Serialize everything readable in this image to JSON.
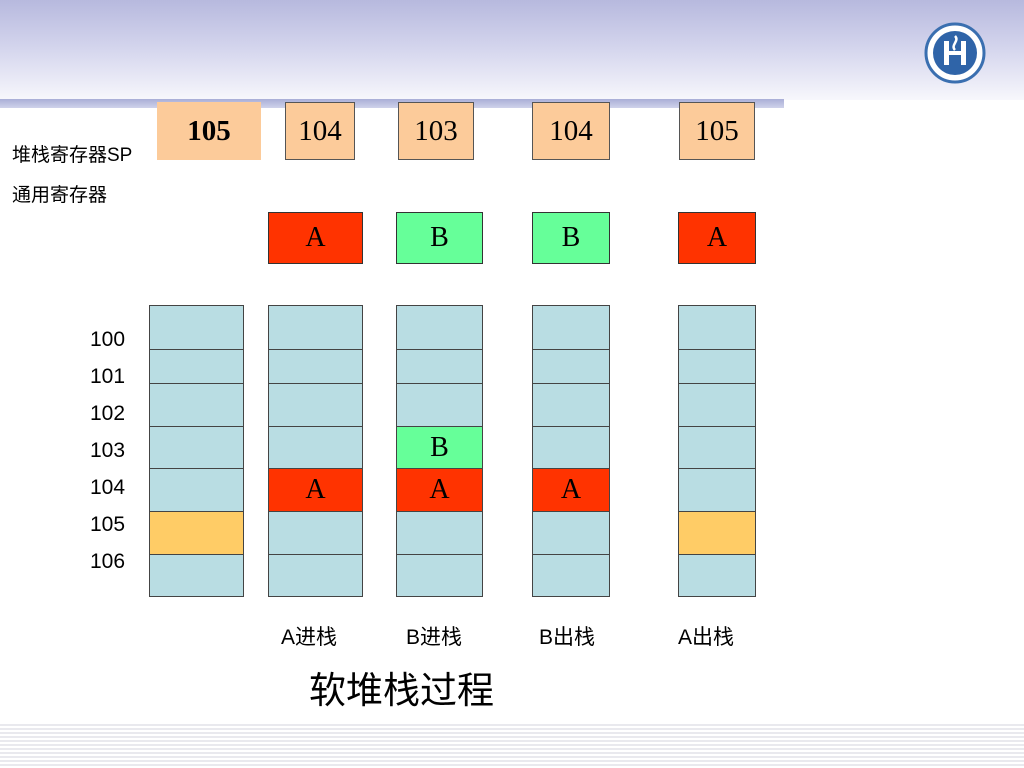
{
  "labels": {
    "stack_pointer": "堆栈寄存器SP",
    "general_register": "通用寄存器"
  },
  "sp_values": [
    "105",
    "104",
    "103",
    "104",
    "105"
  ],
  "register_values": [
    "A",
    "B",
    "B",
    "A"
  ],
  "addresses": [
    "100",
    "101",
    "102",
    "103",
    "104",
    "105",
    "106"
  ],
  "stacks": [
    {
      "cells": [
        "",
        "",
        "",
        "",
        "",
        "",
        ""
      ]
    },
    {
      "cells": [
        "",
        "",
        "",
        "",
        "A",
        "",
        ""
      ]
    },
    {
      "cells": [
        "",
        "",
        "",
        "B",
        "A",
        "",
        ""
      ]
    },
    {
      "cells": [
        "",
        "",
        "",
        "",
        "A",
        "",
        ""
      ]
    },
    {
      "cells": [
        "",
        "",
        "",
        "",
        "",
        "",
        ""
      ]
    }
  ],
  "captions": [
    "A进栈",
    "B进栈",
    "B出栈",
    "A出栈"
  ],
  "title": "软堆栈过程",
  "colors": {
    "sp_box": "#fccb9a",
    "register_a": "#ff3300",
    "register_b": "#66ff99",
    "stack_cell": "#b9dde3",
    "sp_marker": "#ffcc66"
  }
}
